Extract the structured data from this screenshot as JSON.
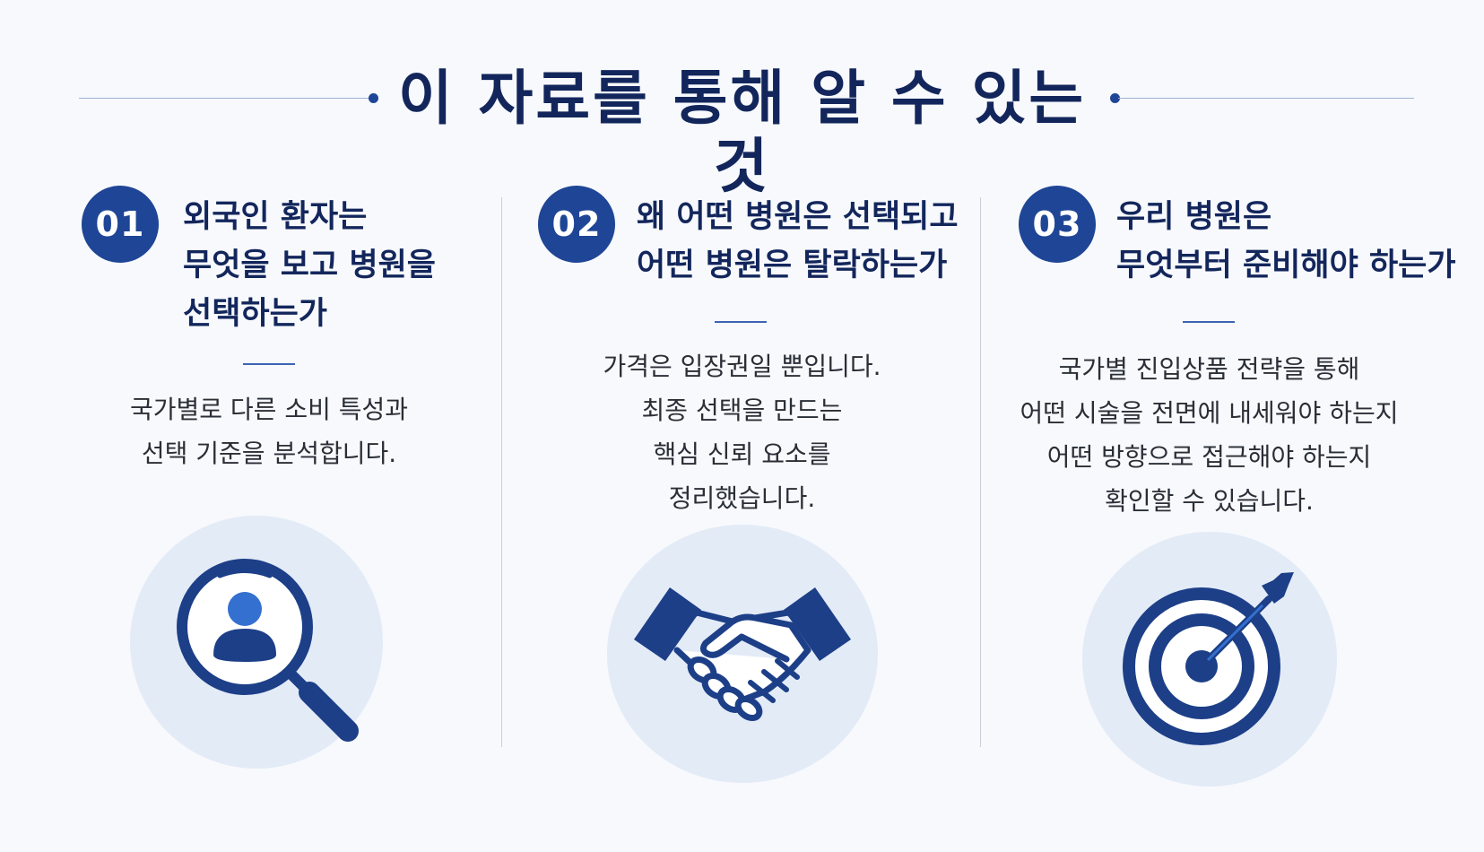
{
  "title": "이 자료를 통해 알 수 있는 것",
  "colors": {
    "navy": "#13265c",
    "accent": "#1f4596",
    "icon_bg": "#e3ebf7"
  },
  "cards": [
    {
      "number": "01",
      "heading": [
        "외국인 환자는",
        "무엇을 보고 병원을",
        "선택하는가"
      ],
      "description": [
        "국가별로 다른 소비 특성과",
        "선택 기준을 분석합니다."
      ],
      "icon": "magnifier-person-icon"
    },
    {
      "number": "02",
      "heading": [
        "왜 어떤 병원은 선택되고",
        "어떤 병원은 탈락하는가"
      ],
      "description": [
        "가격은 입장권일 뿐입니다.",
        "최종 선택을 만드는",
        "핵심 신뢰 요소를",
        "정리했습니다."
      ],
      "icon": "handshake-icon"
    },
    {
      "number": "03",
      "heading": [
        "우리 병원은",
        "무엇부터 준비해야 하는가"
      ],
      "description": [
        "국가별 진입상품 전략을 통해",
        "어떤 시술을 전면에 내세워야 하는지",
        "어떤 방향으로 접근해야 하는지",
        "확인할 수 있습니다."
      ],
      "icon": "target-arrow-icon"
    }
  ]
}
